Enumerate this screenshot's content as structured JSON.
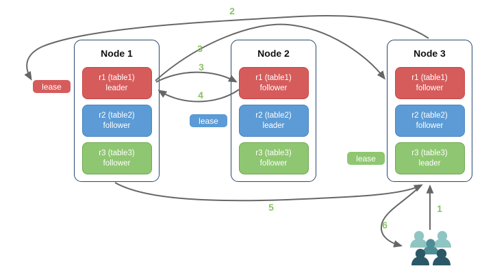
{
  "diagram": {
    "nodes": [
      {
        "title": "Node 1",
        "replicas": [
          {
            "label": "r1 (table1)",
            "role": "leader",
            "color": "red"
          },
          {
            "label": "r2 (table2)",
            "role": "follower",
            "color": "blue"
          },
          {
            "label": "r3 (table3)",
            "role": "follower",
            "color": "green"
          }
        ]
      },
      {
        "title": "Node 2",
        "replicas": [
          {
            "label": "r1 (table1)",
            "role": "follower",
            "color": "red"
          },
          {
            "label": "r2 (table2)",
            "role": "leader",
            "color": "blue"
          },
          {
            "label": "r3 (table3)",
            "role": "follower",
            "color": "green"
          }
        ]
      },
      {
        "title": "Node 3",
        "replicas": [
          {
            "label": "r1 (table1)",
            "role": "follower",
            "color": "red"
          },
          {
            "label": "r2 (table2)",
            "role": "follower",
            "color": "blue"
          },
          {
            "label": "r3 (table3)",
            "role": "leader",
            "color": "green"
          }
        ]
      }
    ],
    "leases": [
      {
        "label": "lease",
        "color": "red"
      },
      {
        "label": "lease",
        "color": "blue"
      },
      {
        "label": "lease",
        "color": "green"
      }
    ],
    "arrow_labels": {
      "a1": "1",
      "a2": "2",
      "a3_upper": "3",
      "a3_lower": "3",
      "a4": "4",
      "a5": "5",
      "a6": "6"
    },
    "icons": {
      "users_group": "users-group-icon"
    },
    "colors": {
      "red": "#D65C5C",
      "red_border": "#C64542",
      "blue": "#5C9BD5",
      "blue_border": "#4A86C2",
      "green": "#8FC671",
      "green_border": "#6FA84F",
      "node_border": "#24466D",
      "arrow": "#666666",
      "label_green": "#8CC264",
      "users_light": "#8FC5C2",
      "users_mid": "#4E8C96",
      "users_dark": "#2B5866"
    }
  }
}
